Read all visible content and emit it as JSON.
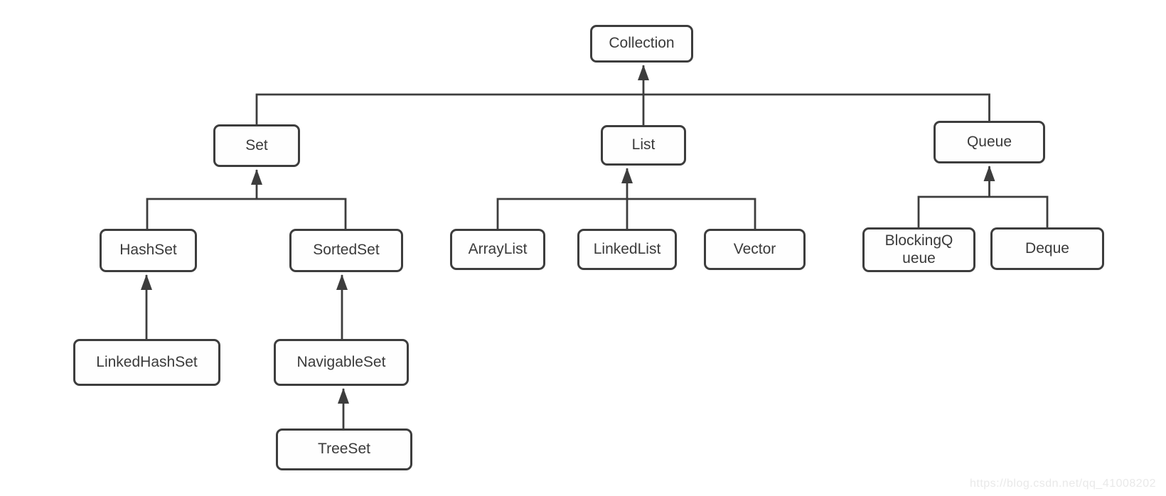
{
  "diagram": {
    "type": "hierarchy",
    "root": "Collection"
  },
  "nodes": {
    "collection": {
      "label": "Collection"
    },
    "set": {
      "label": "Set"
    },
    "list": {
      "label": "List"
    },
    "queue": {
      "label": "Queue"
    },
    "hashset": {
      "label": "HashSet"
    },
    "sortedset": {
      "label": "SortedSet"
    },
    "arraylist": {
      "label": "ArrayList"
    },
    "linkedlist": {
      "label": "LinkedList"
    },
    "vector": {
      "label": "Vector"
    },
    "blockingqueue": {
      "label": "BlockingQueue"
    },
    "deque": {
      "label": "Deque"
    },
    "linkedhashset": {
      "label": "LinkedHashSet"
    },
    "navigableset": {
      "label": "NavigableSet"
    },
    "treeset": {
      "label": "TreeSet"
    }
  },
  "edges": [
    {
      "from": "Set",
      "to": "Collection"
    },
    {
      "from": "List",
      "to": "Collection"
    },
    {
      "from": "Queue",
      "to": "Collection"
    },
    {
      "from": "HashSet",
      "to": "Set"
    },
    {
      "from": "SortedSet",
      "to": "Set"
    },
    {
      "from": "ArrayList",
      "to": "List"
    },
    {
      "from": "LinkedList",
      "to": "List"
    },
    {
      "from": "Vector",
      "to": "List"
    },
    {
      "from": "BlockingQueue",
      "to": "Queue"
    },
    {
      "from": "Deque",
      "to": "Queue"
    },
    {
      "from": "LinkedHashSet",
      "to": "HashSet"
    },
    {
      "from": "NavigableSet",
      "to": "SortedSet"
    },
    {
      "from": "TreeSet",
      "to": "NavigableSet"
    }
  ],
  "watermark": {
    "text": "https://blog.csdn.net/qq_41008202"
  },
  "colors": {
    "background": "#ffffff",
    "line": "#3d3d3d",
    "box_border": "#3d3d3d",
    "box_fill": "#fefefe",
    "text": "#3a3a3a",
    "watermark": "#e9e9e9"
  }
}
